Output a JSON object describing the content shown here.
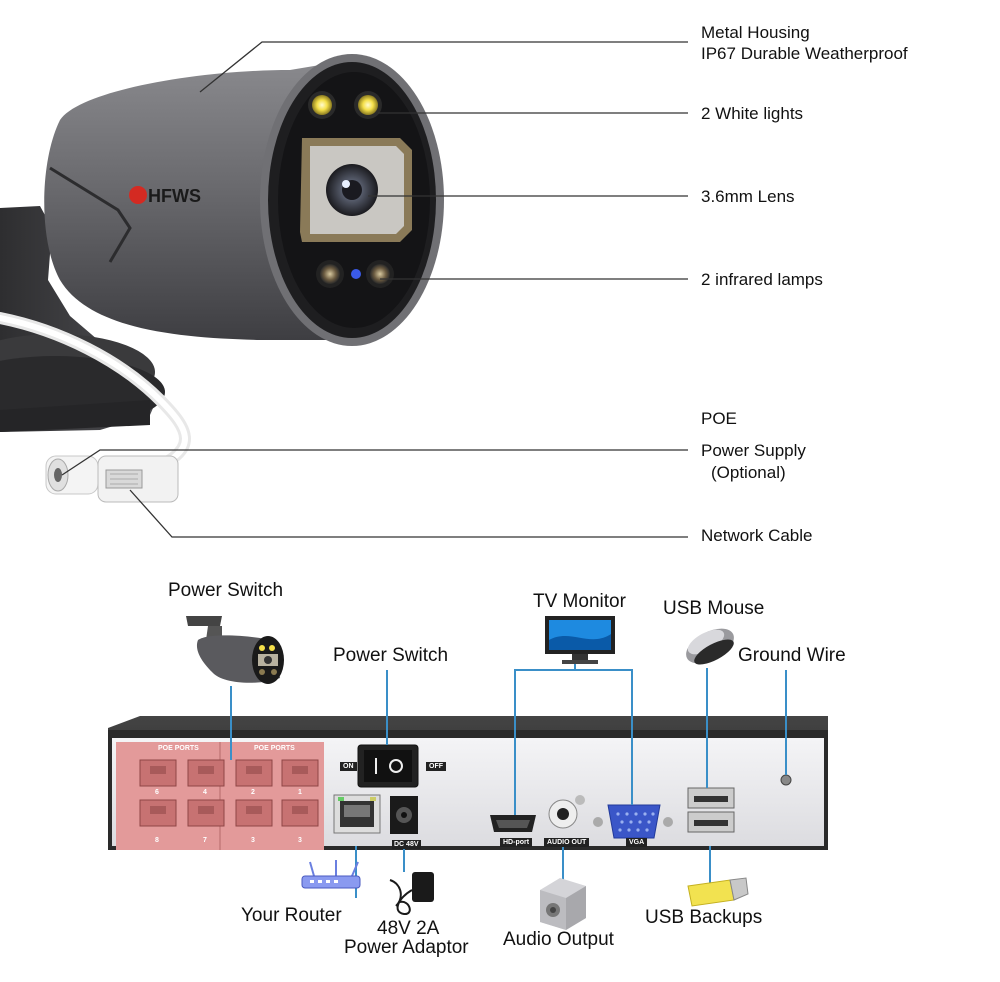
{
  "camera": {
    "brand": "HFWS",
    "callouts": {
      "housing_line1": "Metal Housing",
      "housing_line2": "IP67 Durable Weatherproof",
      "white_lights": "2 White lights",
      "lens": "3.6mm Lens",
      "infrared": "2 infrared lamps",
      "poe": "POE",
      "power_supply": "Power Supply",
      "optional": "(Optional)",
      "network_cable": "Network Cable"
    }
  },
  "nvr": {
    "labels": {
      "camera_power_switch": "Power Switch",
      "power_switch": "Power Switch",
      "tv_monitor": "TV Monitor",
      "usb_mouse": "USB Mouse",
      "ground_wire": "Ground Wire",
      "your_router": "Your Router",
      "adaptor_line1": "48V 2A",
      "adaptor_line2": "Power Adaptor",
      "audio_output": "Audio Output",
      "usb_backups": "USB Backups"
    },
    "panel": {
      "poe_ports_left": "POE PORTS",
      "poe_ports_right": "POE PORTS",
      "on": "ON",
      "off": "OFF",
      "dc": "DC 48V",
      "hd_port": "HD-port",
      "audio_out": "AUDIO OUT",
      "vga": "VGA",
      "port_numbers_top": [
        "6",
        "4",
        "2",
        "1"
      ],
      "port_numbers_bottom": [
        "8",
        "7",
        "3",
        "3"
      ]
    },
    "colors": {
      "poe_panel": "#e39a9a",
      "connection_line": "#3a8fc8",
      "chassis": "#2a2a2a"
    }
  }
}
